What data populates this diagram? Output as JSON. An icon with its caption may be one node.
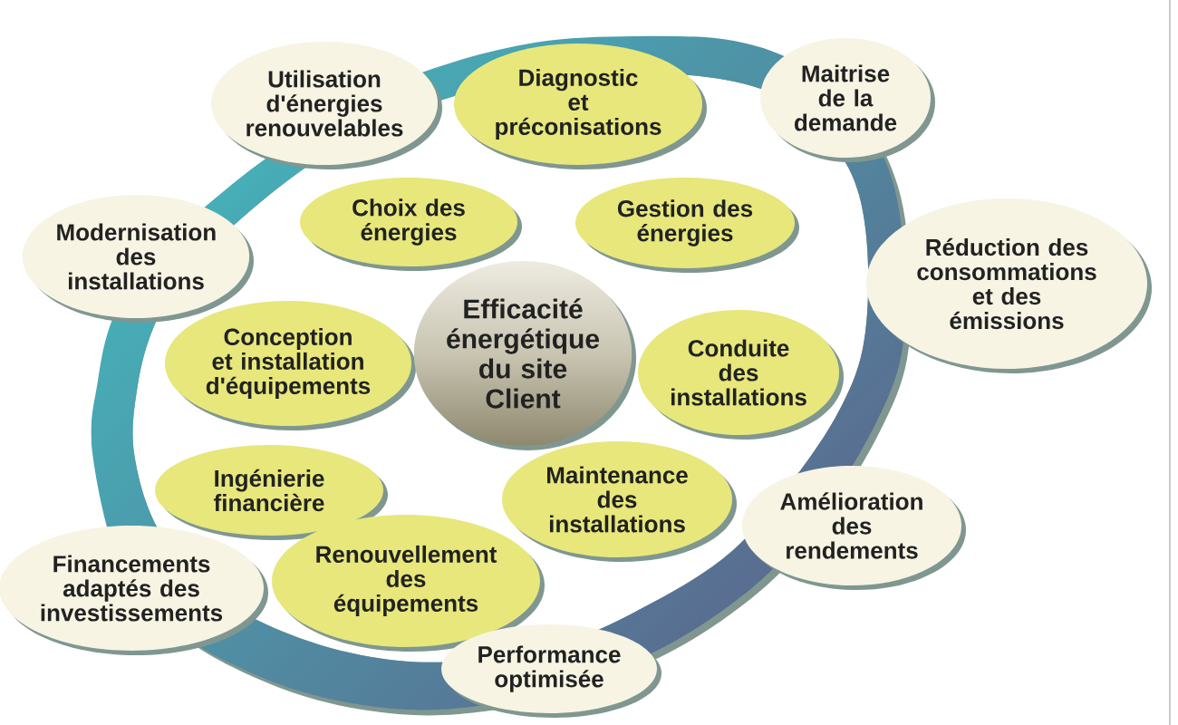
{
  "diagram": {
    "nodes": [
      {
        "text": [
          "Utilisation d'énergies renouvelables"
        ]
      },
      {
        "text": [
          "Diagnostic et préconisations"
        ]
      },
      {
        "text": [
          "Maitrise de la demande"
        ]
      },
      {
        "text": [
          "Modernisation des installations"
        ]
      },
      {
        "text": [
          "Choix des énergies"
        ]
      },
      {
        "text": [
          "Gestion des énergies"
        ]
      },
      {
        "text": [
          "Réduction des consommations et des émissions"
        ]
      },
      {
        "text": [
          "Conception et installation d'équipements"
        ]
      },
      {
        "text": [
          "Efficacité énergétique du site Client"
        ]
      },
      {
        "text": [
          "Conduite des installations"
        ]
      },
      {
        "text": [
          "Ingénierie financière"
        ]
      },
      {
        "text": [
          "Maintenance des installations"
        ]
      },
      {
        "text": [
          "Amélioration des rendements"
        ]
      },
      {
        "text": [
          "Financements adaptés des investissements"
        ]
      },
      {
        "text": [
          "Renouvellement des équipements"
        ]
      },
      {
        "text": [
          "Performance optimisée"
        ]
      }
    ]
  }
}
